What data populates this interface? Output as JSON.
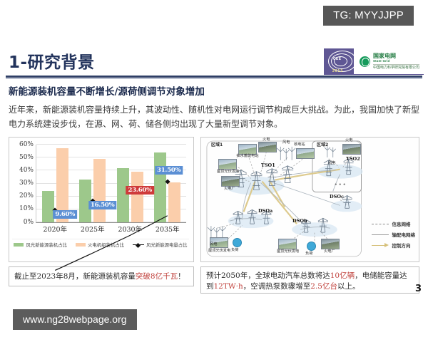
{
  "watermarks": {
    "top": "TG: MYYJJPP",
    "bottom": "www.ng28webpage.org"
  },
  "header": {
    "title": "1-研究背景",
    "logo": {
      "badge_text": "CEE",
      "badge_year": "2013",
      "org_cn": "国家电网",
      "org_en": "State Grid",
      "org_sub": "中国电力科学研究院有限公司"
    }
  },
  "subheading": "新能源装机容量不断增长/源荷侧调节对象增加",
  "paragraph": "近年来，新能源装机容量持续上升，其波动性、随机性对电网运行调节构成巨大挑战。为此，我国加快了新型电力系统建设步伐，在源、网、荷、储各侧均出现了大量新型调节对象。",
  "chart_data": {
    "type": "bar",
    "title": "",
    "xlabel": "",
    "ylabel": "",
    "ylim": [
      0,
      60
    ],
    "ytick_labels": [
      "0%",
      "10%",
      "20%",
      "30%",
      "40%",
      "50%",
      "60%"
    ],
    "grid": true,
    "legend_position": "bottom",
    "categories": [
      "2020年",
      "2025年",
      "2030年",
      "2035年"
    ],
    "series": [
      {
        "name": "风光新能源装机占比",
        "type": "bar",
        "color": "#9dc88b",
        "values": [
          24,
          33,
          42,
          54
        ]
      },
      {
        "name": "火电机组装机占比",
        "type": "bar",
        "color": "#fbceab",
        "values": [
          57,
          49,
          39,
          31
        ]
      },
      {
        "name": "风光新能源电量占比",
        "type": "line",
        "color": "#111111",
        "values": [
          9.6,
          16.5,
          23.6,
          31.5
        ],
        "data_labels": [
          "9.60%",
          "16.50%",
          "23.60%",
          "31.50%"
        ],
        "data_label_colors": [
          "#5b8fd4",
          "#5b8fd4",
          "#cf3a3a",
          "#5b8fd4"
        ]
      }
    ]
  },
  "diagram": {
    "regions": [
      "区域1",
      "区域2"
    ],
    "operators": [
      "TSO1",
      "TSO2",
      "DSOa",
      "DSOb",
      "DSOc"
    ],
    "node_labels": [
      "抽水蓄能电站",
      "火电",
      "风电",
      "核电站",
      "屋顶光伏发电",
      "火电厂",
      "负荷",
      "..."
    ],
    "legend": [
      {
        "key": "dashed",
        "label": "信息网络"
      },
      {
        "key": "solid",
        "label": "输配电网络"
      },
      {
        "key": "arrow",
        "label": "控制方向"
      }
    ]
  },
  "captions": {
    "left": {
      "pre": "截止至2023年8月，新能源装机容量",
      "highlight": "突破8亿千瓦",
      "post": "！"
    },
    "right": {
      "p1_pre": "预计2050年，全球电动汽车总数将达",
      "p1_hl": "10亿辆",
      "p1_mid": "，电储能容",
      "p2_pre": "量达到",
      "p2_hl": "12TW·h",
      "p2_mid": "，空调热泵数骤增至",
      "p2_hl2": "2.5亿台",
      "p2_post": "以上。"
    }
  },
  "page_number": "3"
}
